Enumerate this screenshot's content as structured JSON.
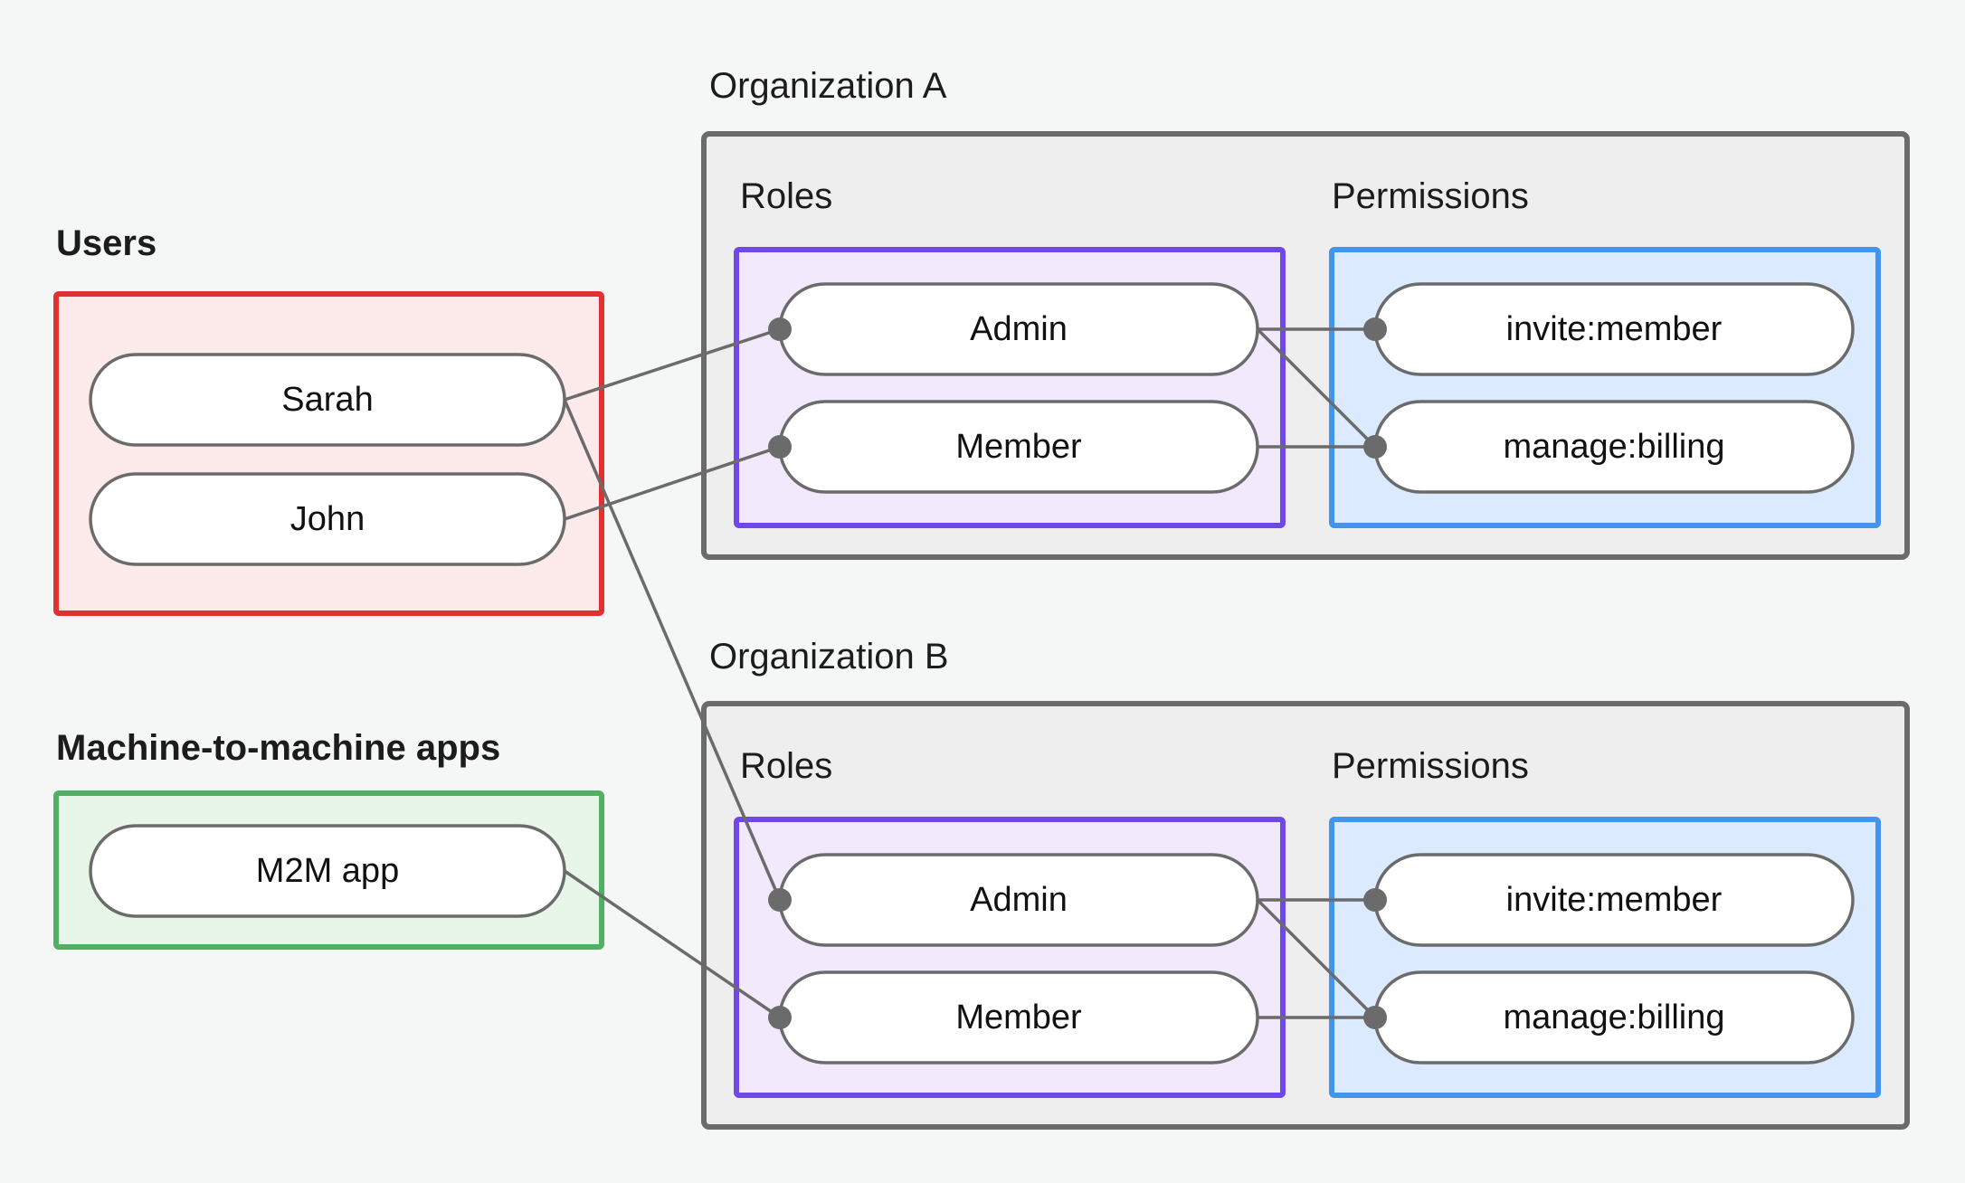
{
  "diagram": {
    "title_visible": false,
    "background": "#f5f7f6",
    "groups": {
      "users": {
        "label": "Users",
        "border_color": "#e03131",
        "fill_color": "#fdeaea",
        "nodes": [
          {
            "label": "Sarah"
          },
          {
            "label": "John"
          }
        ]
      },
      "m2m": {
        "label": "Machine-to-machine apps",
        "border_color": "#51b162",
        "fill_color": "#e8f6e9",
        "nodes": [
          {
            "label": "M2M app"
          }
        ]
      },
      "org_a": {
        "label": "Organization A",
        "border_color": "#6b6b6b",
        "fill_color": "#eeeeee",
        "sections": [
          {
            "label": "Roles",
            "border_color": "#7048e8",
            "fill_color": "#f3e9fd",
            "nodes": [
              {
                "label": "Admin"
              },
              {
                "label": "Member"
              }
            ]
          },
          {
            "label": "Permissions",
            "border_color": "#4294ec",
            "fill_color": "#dbeafe",
            "nodes": [
              {
                "label": "invite:member"
              },
              {
                "label": "manage:billing"
              }
            ]
          }
        ]
      },
      "org_b": {
        "label": "Organization B",
        "border_color": "#6b6b6b",
        "fill_color": "#eeeeee",
        "sections": [
          {
            "label": "Roles",
            "border_color": "#7048e8",
            "fill_color": "#f3e9fd",
            "nodes": [
              {
                "label": "Admin"
              },
              {
                "label": "Member"
              }
            ]
          },
          {
            "label": "Permissions",
            "border_color": "#4294ec",
            "fill_color": "#dbeafe",
            "nodes": [
              {
                "label": "invite:member"
              },
              {
                "label": "manage:billing"
              }
            ]
          }
        ]
      }
    },
    "edges": [
      {
        "from": "Sarah",
        "to": "Organization A / Admin"
      },
      {
        "from": "Sarah",
        "to": "Organization B / Admin"
      },
      {
        "from": "John",
        "to": "Organization A / Member"
      },
      {
        "from": "M2M app",
        "to": "Organization B / Member"
      },
      {
        "from": "Organization A / Admin",
        "to": "Organization A / invite:member"
      },
      {
        "from": "Organization A / Admin",
        "to": "Organization A / manage:billing"
      },
      {
        "from": "Organization A / Member",
        "to": "Organization A / manage:billing"
      },
      {
        "from": "Organization B / Admin",
        "to": "Organization B / invite:member"
      },
      {
        "from": "Organization B / Admin",
        "to": "Organization B / manage:billing"
      },
      {
        "from": "Organization B / Member",
        "to": "Organization B / manage:billing"
      }
    ],
    "edge_color": "#6b6b6b",
    "node_fill": "#ffffff",
    "node_border": "#6b6b6b"
  }
}
